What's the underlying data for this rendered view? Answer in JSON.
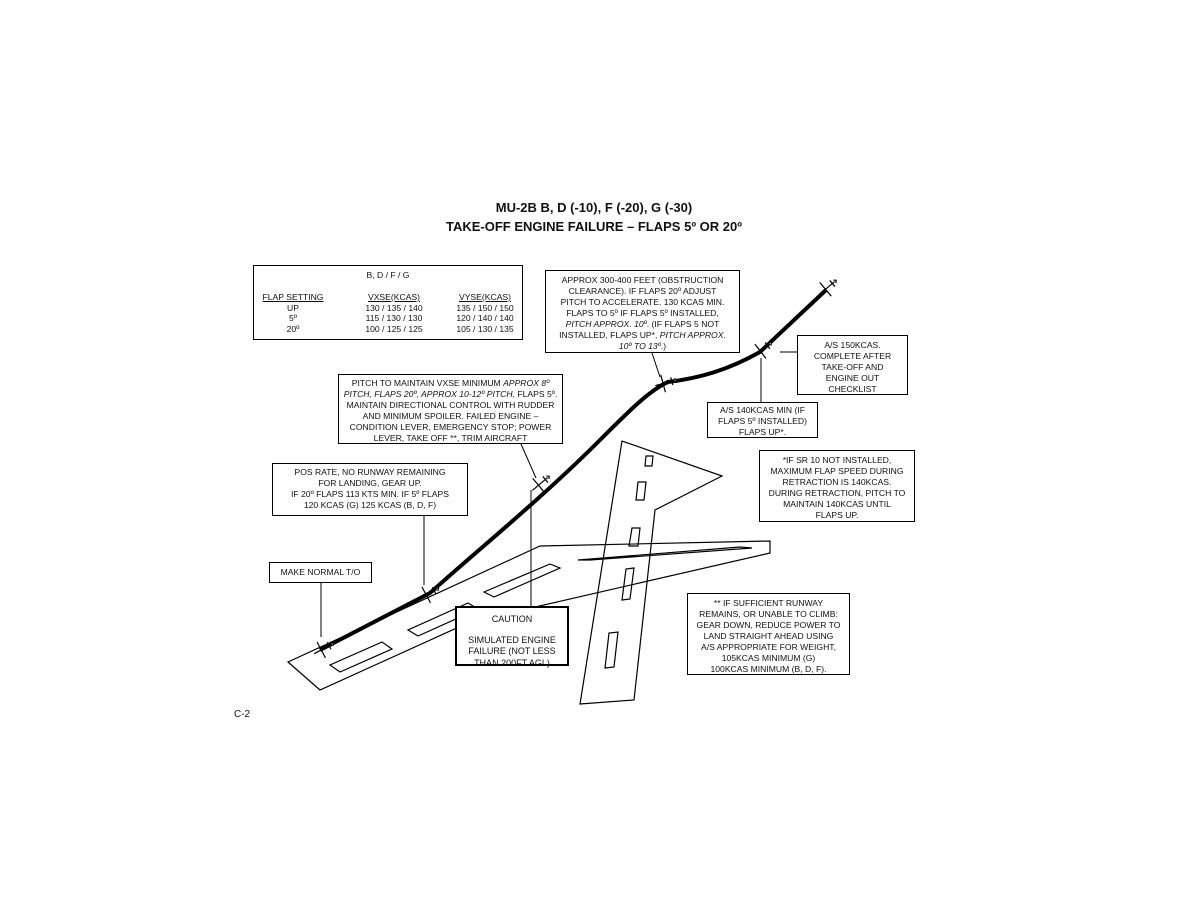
{
  "header": {
    "title": "MU-2B B, D (-10), F (-20), G (-30)",
    "subtitle": "TAKE-OFF ENGINE FAILURE – FLAPS 5º OR 20º"
  },
  "speed_table": {
    "heading": "B, D / F /  G",
    "columns": [
      "FLAP SETTING",
      "VXSE(KCAS)",
      "VYSE(KCAS)"
    ],
    "rows": [
      [
        "UP",
        "130 / 135 / 140",
        "135 / 150 / 150"
      ],
      [
        "5º",
        "115 / 130 / 130",
        "120 / 140 / 140"
      ],
      [
        "20º",
        "100 / 125 / 125",
        "105 / 130 / 135"
      ]
    ]
  },
  "callouts": {
    "normal_to": "MAKE NORMAL T/O",
    "pos_rate": [
      "POS RATE, NO RUNWAY REMAINING",
      "FOR LANDING, GEAR UP.",
      "IF 20º FLAPS 113 KTS MIN. IF 5º FLAPS",
      "120 KCAS (G) 125 KCAS (B, D, F)"
    ],
    "pitch_vxse": {
      "line1a": "PITCH TO MAINTAIN VXSE MINIMUM ",
      "line1b": "APPROX 8º",
      "line2a": "PITCH, FLAPS 20º, APPROX 10-12º PITCH,",
      "line2b": " FLAPS 5º.",
      "rest": [
        "MAINTAIN DIRECTIONAL CONTROL WITH RUDDER",
        "AND MINIMUM SPOILER.  FAILED ENGINE –",
        "CONDITION LEVER, EMERGENCY STOP; POWER",
        "LEVER, TAKE OFF **, TRIM AIRCRAFT"
      ]
    },
    "approx_300": {
      "lines": [
        "APPROX 300-400 FEET (OBSTRUCTION",
        "CLEARANCE).  IF FLAPS 20º ADJUST",
        "PITCH TO ACCELERATE. 130 KCAS MIN.",
        "FLAPS TO 5º IF FLAPS 5º INSTALLED,"
      ],
      "line5a": "PITCH APPROX. 10º",
      "line5b": ". (IF FLAPS 5 NOT",
      "line6a": "INSTALLED, FLAPS UP*, ",
      "line6b": "PITCH APPROX.",
      "line7a": "10º TO 13º",
      "line7b": ".)"
    },
    "as_140": [
      "A/S 140KCAS MIN (IF",
      "FLAPS 5º INSTALLED)",
      "FLAPS UP*."
    ],
    "as_150": [
      "A/S 150KCAS.",
      "COMPLETE AFTER",
      "TAKE-OFF AND",
      "ENGINE OUT",
      "CHECKLIST"
    ],
    "sr10_note": [
      "*IF SR 10 NOT INSTALLED,",
      "MAXIMUM FLAP SPEED DURING",
      "RETRACTION IS 140KCAS.",
      "DURING RETRACTION, PITCH TO",
      "MAINTAIN 140KCAS UNTIL",
      "FLAPS UP."
    ],
    "sufficient_runway": [
      "** IF SUFFICIENT RUNWAY",
      "REMAINS, OR UNABLE TO CLIMB:",
      "GEAR DOWN, REDUCE POWER TO",
      "LAND STRAIGHT AHEAD USING",
      "A/S APPROPRIATE FOR WEIGHT,",
      "105KCAS MINIMUM (G)",
      "100KCAS MINIMUM (B, D, F)."
    ],
    "caution": {
      "head": "CAUTION",
      "lines": [
        "SIMULATED ENGINE",
        "FAILURE (NOT LESS",
        "THAN 200FT AGL)"
      ]
    }
  },
  "footer": {
    "page": "C-2"
  }
}
